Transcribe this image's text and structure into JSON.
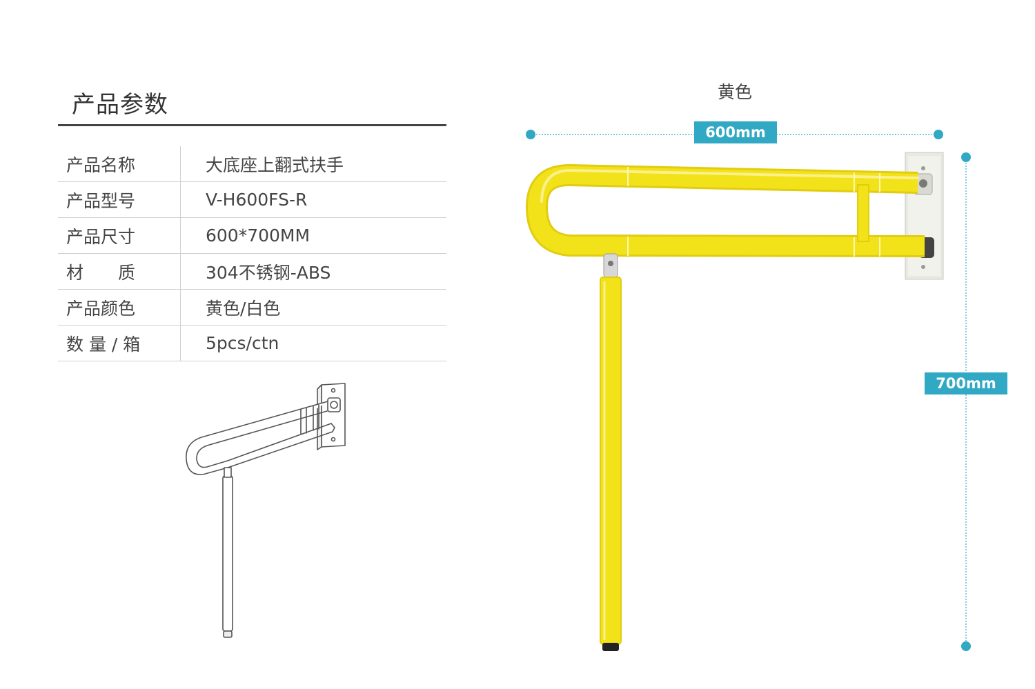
{
  "params": {
    "title": "产品参数",
    "rows": [
      {
        "label": "产品名称",
        "value": "大底座上翻式扶手"
      },
      {
        "label": "产品型号",
        "value": "V-H600FS-R"
      },
      {
        "label": "产品尺寸",
        "value": "600*700MM"
      },
      {
        "label": "材　　质",
        "value": "304不锈钢-ABS"
      },
      {
        "label": "产品颜色",
        "value": "黄色/白色"
      },
      {
        "label": "数 量 / 箱",
        "value": "5pcs/ctn"
      }
    ]
  },
  "product": {
    "color_label": "黄色",
    "width_dim": "600mm",
    "height_dim": "700mm",
    "bar_color": "#f2e21a",
    "accent_color": "#32a9c4"
  }
}
